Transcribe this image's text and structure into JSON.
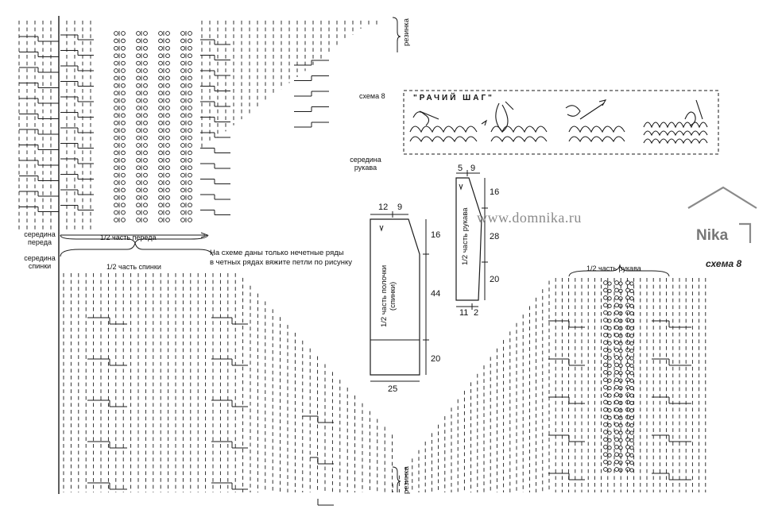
{
  "labels": {
    "rezinka": "резинка",
    "middle_front": "середина\nпереда",
    "half_front": "1/2 часть переда",
    "middle_back": "середина\nспинки",
    "half_back": "1/2 часть спинки",
    "note_line1": "На схеме даны только нечетные ряды",
    "note_line2": "в четных рядах вяжите петли по рисунку",
    "schema_ref": "схема 8",
    "middle_sleeve": "середина\nрукава",
    "half_sleeve_top": "1/2 часть рукава"
  },
  "panel": {
    "title": "\"РАЧИЙ    ШАГ\""
  },
  "watermark": {
    "site": "www.domnika.ru",
    "logo": "Nika",
    "schema_caption": "схема 8"
  },
  "pattern_body": {
    "vertical_label": "1/2 часть полочки\n(спинки)",
    "top_a": "12",
    "top_b": "9",
    "side_top": "16",
    "side_mid": "44",
    "side_bottom": "20",
    "bottom": "25"
  },
  "pattern_sleeve": {
    "vertical_label": "1/2 часть рукава",
    "top_a": "5",
    "top_b": "9",
    "side_top": "16",
    "side_mid": "28",
    "side_bottom": "20",
    "bottom_a": "11",
    "bottom_b": "2"
  },
  "colors": {
    "ink": "#1a1a1a",
    "watermark": "#8a8a8a",
    "background": "#ffffff"
  }
}
